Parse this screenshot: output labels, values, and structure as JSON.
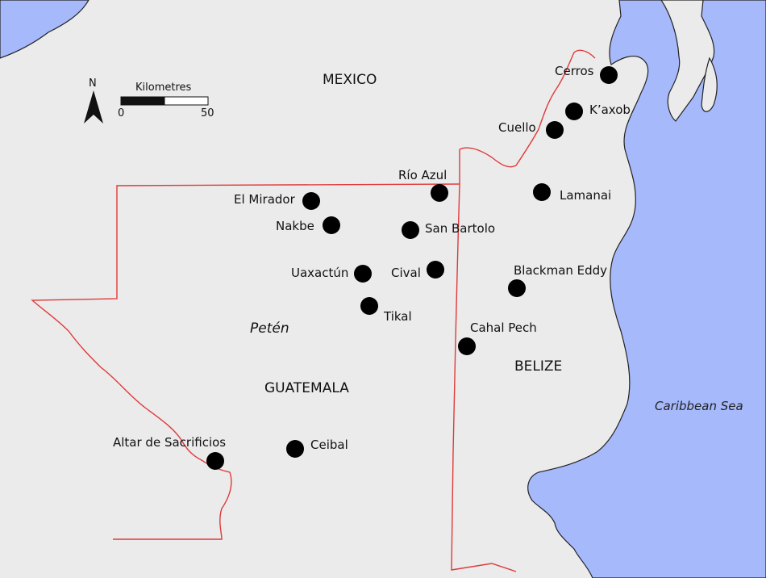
{
  "countries": {
    "mexico": "MEXICO",
    "guatemala": "GUATEMALA",
    "belize": "BELIZE"
  },
  "region": "Petén",
  "sea": "Caribbean Sea",
  "scale": {
    "title": "Kilometres",
    "min": "0",
    "max": "50"
  },
  "north": "N",
  "colors": {
    "water": "#a6b9fb",
    "land": "#ebebeb",
    "border": "#e03a3a",
    "site": "#000000"
  },
  "sites": [
    "Cerros",
    "K’axob",
    "Cuello",
    "Lamanai",
    "Río Azul",
    "El Mirador",
    "Nakbe",
    "San Bartolo",
    "Uaxactún",
    "Cival",
    "Blackman Eddy",
    "Tikal",
    "Cahal Pech",
    "Ceibal",
    "Altar de Sacrificios"
  ]
}
